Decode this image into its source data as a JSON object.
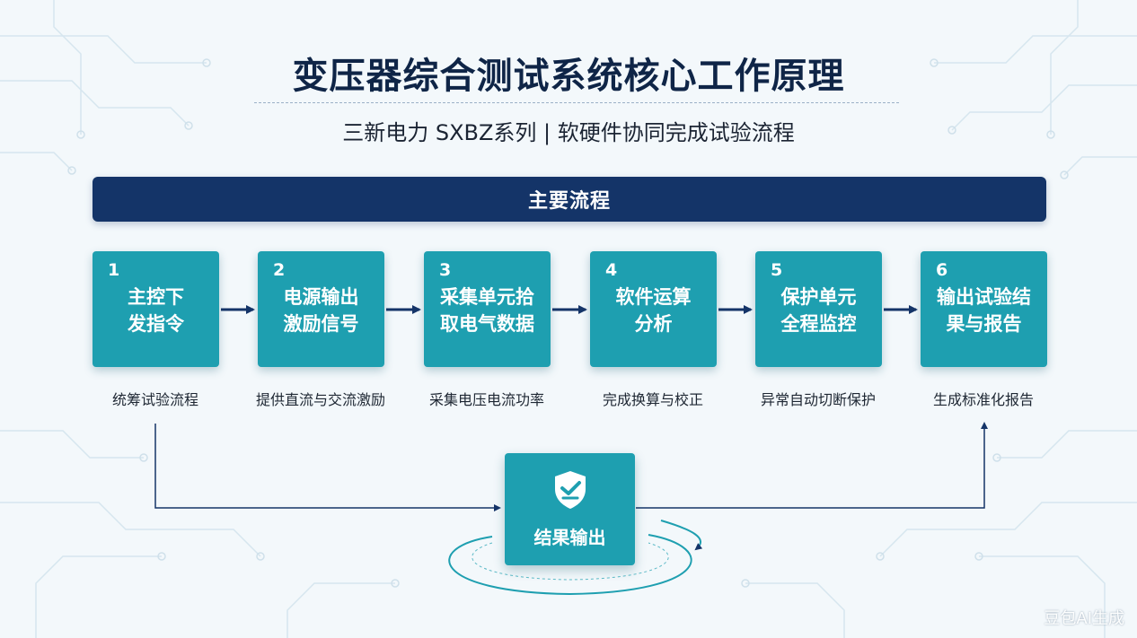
{
  "title": "变压器综合测试系统核心工作原理",
  "subtitle": "三新电力 SXBZ系列 | 软硬件协同完成试验流程",
  "banner": "主要流程",
  "steps": [
    {
      "num": "1",
      "label": "主控下\n发指令",
      "desc": "统筹试验流程"
    },
    {
      "num": "2",
      "label": "电源输出\n激励信号",
      "desc": "提供直流与交流激励"
    },
    {
      "num": "3",
      "label": "采集单元拾\n取电气数据",
      "desc": "采集电压电流功率"
    },
    {
      "num": "4",
      "label": "软件运算\n分析",
      "desc": "完成换算与校正"
    },
    {
      "num": "5",
      "label": "保护单元\n全程监控",
      "desc": "异常自动切断保护"
    },
    {
      "num": "6",
      "label": "输出试验结\n果与报告",
      "desc": "生成标准化报告"
    }
  ],
  "result": {
    "label": "结果输出",
    "icon": "shield-check-icon"
  },
  "watermark": "豆包AI生成",
  "colors": {
    "navy": "#143468",
    "teal": "#1e9fb0",
    "title": "#0f2547",
    "arrow": "#143468"
  }
}
